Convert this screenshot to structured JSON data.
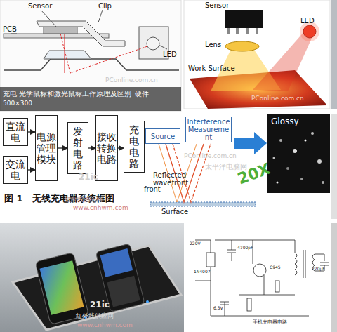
{
  "diagram": {
    "nodes": [
      {
        "text": [
          "直流电"
        ]
      },
      {
        "text": [
          "交流电"
        ]
      },
      {
        "text": [
          "电源管理模块"
        ]
      },
      {
        "text": [
          "发射电路"
        ]
      },
      {
        "text": [
          "接收转换电路"
        ]
      },
      {
        "text": [
          "充电电路"
        ]
      },
      {
        "text": [
          "Source"
        ]
      },
      {
        "text": [
          "Interference Measurement"
        ]
      }
    ],
    "edges": [
      {
        "from": 0,
        "to": 2,
        "arrow": "to"
      },
      {
        "from": 1,
        "to": 2,
        "arrow": "to"
      },
      {
        "from": 2,
        "to": 3,
        "arrow": "to"
      },
      {
        "from": 3,
        "to": 4,
        "arrow": "to"
      },
      {
        "from": 4,
        "to": 5,
        "arrow": "to"
      }
    ],
    "labels": [
      "Sensor",
      "Clip",
      "PCB",
      "LED",
      "充电 光学鼠标和激光鼠标工作原理及区别_硬件",
      "500×300",
      "PConline.com.cn",
      "Sensor",
      "Lens",
      "LED",
      "Work Surface",
      "PConline.com.cn",
      "图 1　无线充电器系统框图",
      "21ic",
      "红外线供应网",
      "www.cnhwm.com",
      "front",
      "Reflected wavefront",
      "Surface",
      "Glossy",
      "20X",
      "PConline.com.cn",
      "太平洋电脑网",
      "21ic",
      "红外线供应网",
      "www.cnhwm.com",
      "220V",
      "4700pF",
      "1N4007",
      "C945",
      "220μF",
      "6.3V",
      "手机充电器电路"
    ]
  }
}
